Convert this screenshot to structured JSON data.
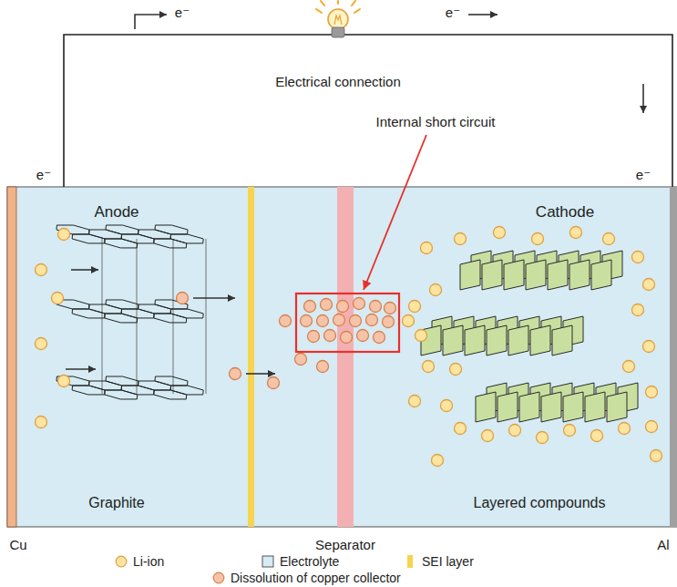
{
  "diagram": {
    "nodes": [
      {
        "text": [
          "Anode",
          "Graphite"
        ]
      },
      {
        "text": [
          "Cathode",
          "Layered compounds"
        ]
      }
    ],
    "edges": [
      {
        "from": 0,
        "to": 1,
        "arrow": "none"
      }
    ],
    "labels": [
      "e⁻",
      "e⁻",
      "Electrical connection",
      "Internal short circuit",
      "e⁻",
      "e⁻",
      "Cu",
      "Separator",
      "Al"
    ],
    "legend": [
      {
        "text": "Li-ion",
        "color": "#fde5a0"
      },
      {
        "text": "Electrolyte",
        "color": "#d6ebf3"
      },
      {
        "text": "SEI layer",
        "color": "#f7d34f"
      },
      {
        "text": "Dissolution of copper collector",
        "color": "#f5c4a8"
      }
    ]
  }
}
